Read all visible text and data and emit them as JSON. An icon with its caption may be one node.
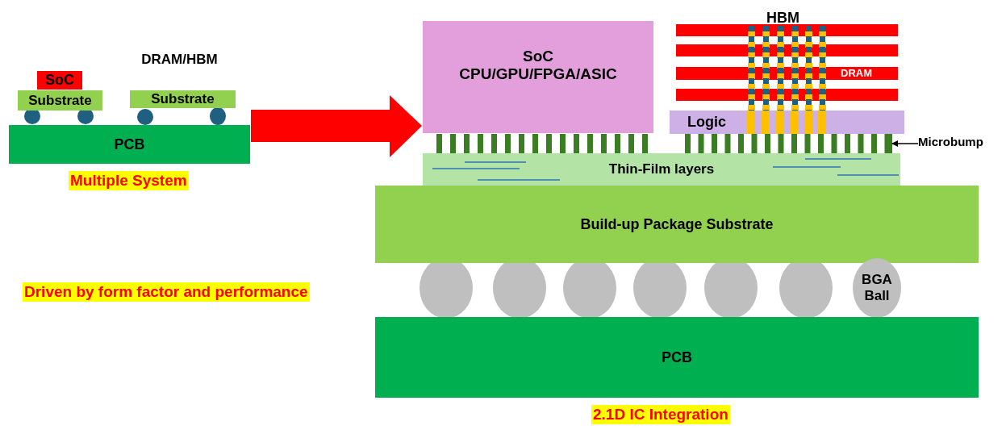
{
  "diagram": {
    "nodes": [
      {
        "text": [
          "SoC"
        ]
      },
      {
        "text": [
          "DRAM/HBM"
        ]
      },
      {
        "text": [
          "Substrate"
        ]
      },
      {
        "text": [
          "Substrate"
        ]
      },
      {
        "text": [
          "PCB"
        ]
      },
      {
        "text": [
          "SoC",
          "CPU/GPU/FPGA/ASIC"
        ]
      },
      {
        "text": [],
        "shape": "bar"
      },
      {
        "text": [],
        "shape": "bar"
      },
      {
        "text": [
          "DRAM"
        ]
      },
      {
        "text": [],
        "shape": "bar"
      },
      {
        "text": [
          "Logic"
        ]
      },
      {
        "text": [],
        "shape": "bar"
      },
      {
        "text": [
          "Microbump"
        ]
      },
      {
        "text": [
          "Thin-Film layers"
        ]
      },
      {
        "text": [
          "Build-up Package Substrate"
        ]
      },
      {
        "text": [
          "BGA Ball"
        ]
      },
      {
        "text": [
          "PCB"
        ]
      }
    ],
    "edges": [
      {
        "from": 12,
        "to": 11,
        "arrow": "to"
      },
      {
        "from": 4,
        "to": 5,
        "arrow": "to",
        "style": "thick",
        "color": "#ff0000"
      }
    ],
    "labels": [
      "HBM",
      "Multiple System",
      "Driven by form factor and performance",
      "2.1D IC Integration"
    ]
  }
}
